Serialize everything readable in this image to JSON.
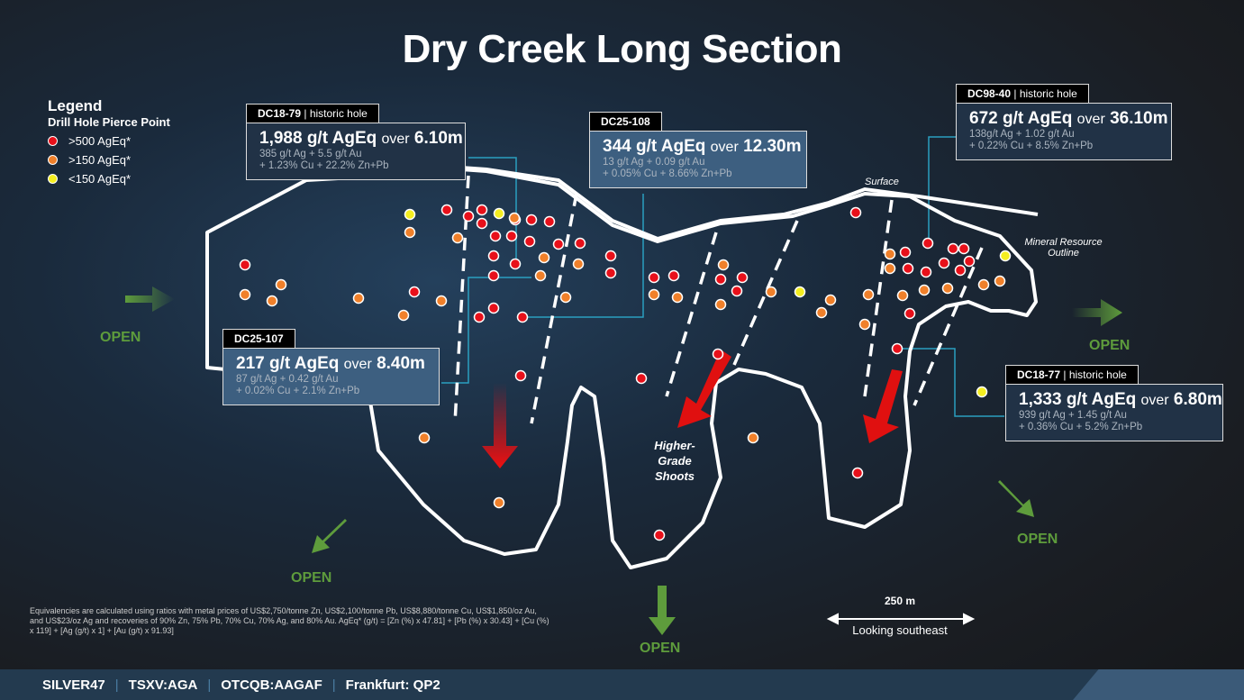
{
  "title": "Dry Creek Long Section",
  "legend": {
    "title": "Legend",
    "subtitle": "Drill Hole Pierce Point",
    "items": [
      {
        "label": ">500 AgEq*",
        "color": "#e8101a"
      },
      {
        "label": ">150 AgEq*",
        "color": "#f0802a"
      },
      {
        "label": "<150 AgEq*",
        "color": "#f5ee20"
      }
    ]
  },
  "callouts": {
    "dc1879": {
      "hole": "DC18-79",
      "note": "historic hole",
      "grade": "1,988 g/t AgEq",
      "over": "over",
      "width": "6.10m",
      "l1": "385 g/t Ag + 5.5 g/t Au",
      "l2": "+ 1.23% Cu + 22.2% Zn+Pb"
    },
    "dc25108": {
      "hole": "DC25-108",
      "grade": "344 g/t AgEq",
      "over": "over",
      "width": "12.30m",
      "l1": "13 g/t Ag + 0.09 g/t Au",
      "l2": "+ 0.05% Cu + 8.66% Zn+Pb"
    },
    "dc9840": {
      "hole": "DC98-40",
      "note": "historic hole",
      "grade": "672 g/t AgEq",
      "over": "over",
      "width": "36.10m",
      "l1": "138g/t Ag + 1.02 g/t Au",
      "l2": "+ 0.22% Cu + 8.5% Zn+Pb"
    },
    "dc25107": {
      "hole": "DC25-107",
      "grade": "217 g/t AgEq",
      "over": "over",
      "width": "8.40m",
      "l1": "87 g/t Ag + 0.42 g/t Au",
      "l2": "+ 0.02% Cu + 2.1% Zn+Pb"
    },
    "dc1877": {
      "hole": "DC18-77",
      "note": "historic hole",
      "grade": "1,333 g/t AgEq",
      "over": "over",
      "width": "6.80m",
      "l1": "939 g/t Ag + 1.45 g/t Au",
      "l2": "+ 0.36% Cu + 5.2% Zn+Pb"
    }
  },
  "labels": {
    "surface": "Surface",
    "resource": "Mineral Resource Outline",
    "shoots": "Higher-Grade Shoots",
    "open": "OPEN"
  },
  "scale": {
    "distance": "250 m",
    "direction": "Looking southeast"
  },
  "footnote": "Equivalencies are calculated using ratios with metal prices of US$2,750/tonne Zn, US$2,100/tonne Pb, US$8,880/tonne Cu, US$1,850/oz Au, and US$23/oz Ag and recoveries of 90% Zn, 75% Pb,  70% Cu, 70% Ag, and 80% Au.  AgEq* (g/t) = [Zn (%) x 47.81] + [Pb (%) x 30.43] + [Cu (%) x 119] + [Ag (g/t) x 1] + [Au (g/t) x 91.93]",
  "footer": [
    "SILVER47",
    "TSXV:AGA",
    "OTCQB:AAGAF",
    "Frankfurt: QP2"
  ]
}
